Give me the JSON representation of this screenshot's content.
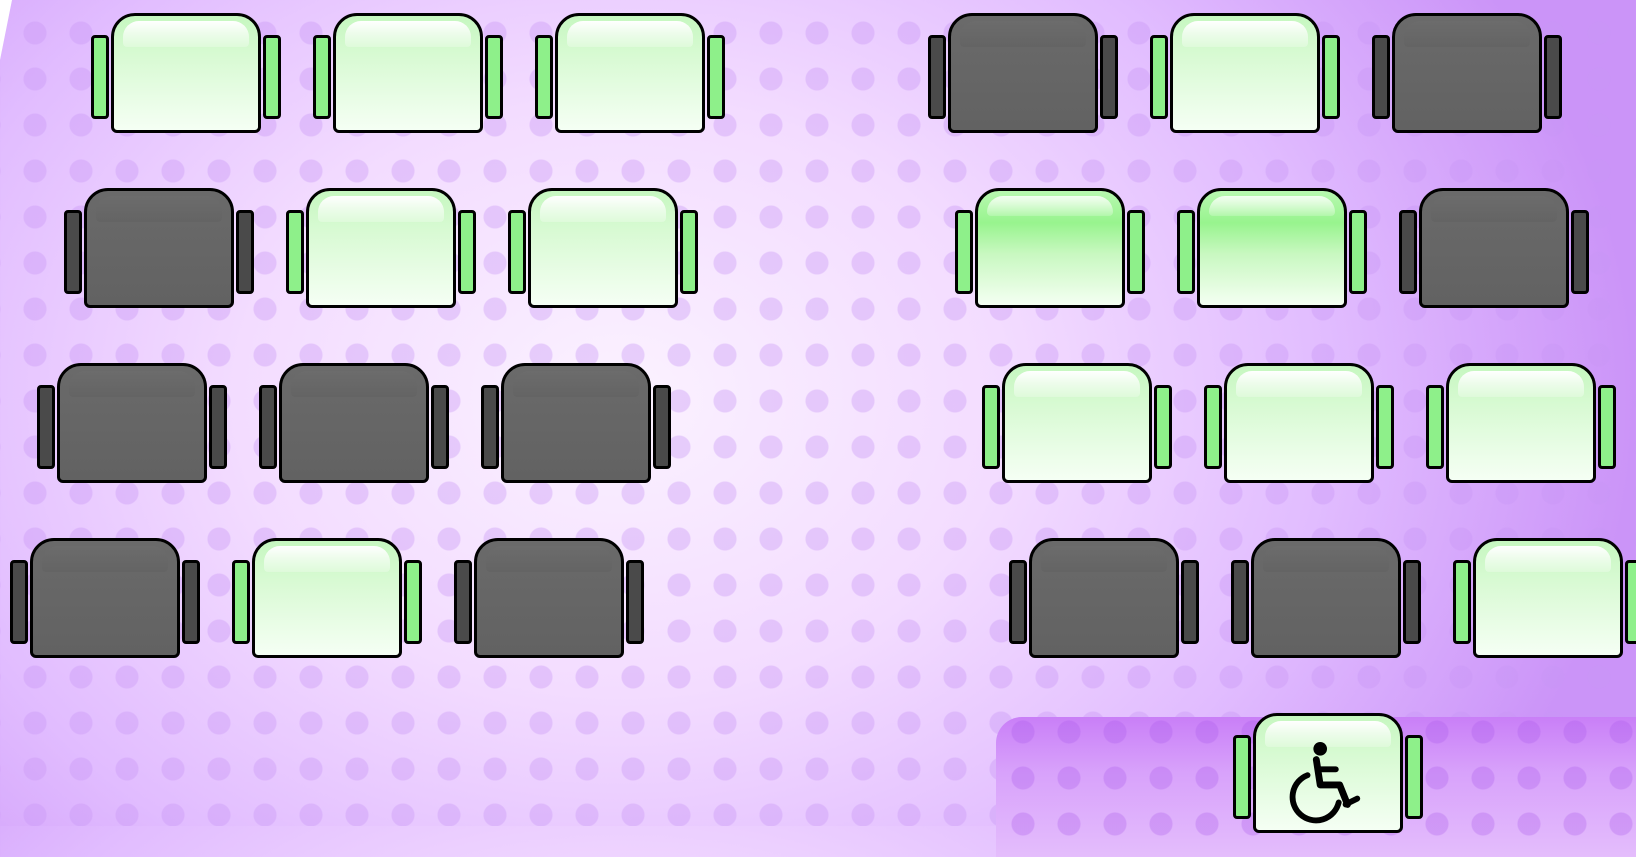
{
  "scene": {
    "colors": {
      "available": "#8ef08a",
      "selected": "#98f48e",
      "taken": "#626262",
      "outline": "#000000",
      "background": "#e1bcff",
      "platform": "#c97ff7"
    }
  },
  "seating": {
    "left_block": [
      [
        "available",
        "available",
        "available"
      ],
      [
        "taken",
        "available",
        "available"
      ],
      [
        "taken",
        "taken",
        "taken"
      ],
      [
        "taken",
        "available",
        "taken"
      ]
    ],
    "right_block": [
      [
        "taken",
        "available",
        "taken"
      ],
      [
        "selected",
        "selected",
        "taken"
      ],
      [
        "available",
        "available",
        "available"
      ],
      [
        "taken",
        "taken",
        "available"
      ]
    ],
    "accessible_seat": {
      "status": "available",
      "icon": "wheelchair-icon"
    }
  }
}
